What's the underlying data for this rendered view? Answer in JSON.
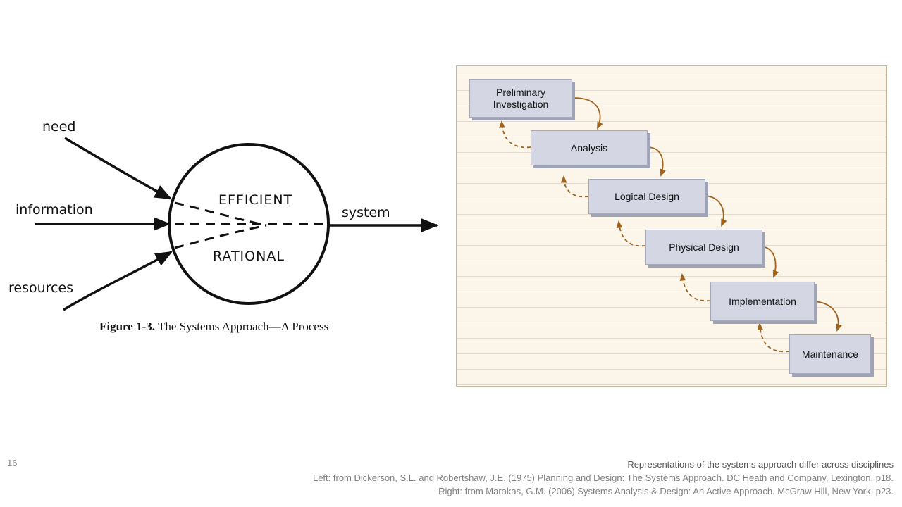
{
  "left_figure": {
    "inputs": [
      "need",
      "information",
      "resources"
    ],
    "output": "system",
    "circle_top": "EFFICIENT",
    "circle_bottom": "RATIONAL",
    "caption_label": "Figure 1-3.",
    "caption_text": "The Systems Approach—A Process"
  },
  "right_figure": {
    "phases": [
      "Preliminary Investigation",
      "Analysis",
      "Logical Design",
      "Physical Design",
      "Implementation",
      "Maintenance"
    ],
    "colors": {
      "box": "#d4d7e3",
      "arrow": "#a0621c",
      "background": "#fbf5ea"
    }
  },
  "footer": {
    "slide_number": "16",
    "title": "Representations of the systems approach differ across disciplines",
    "left_source": "Left: from Dickerson, S.L. and Robertshaw, J.E. (1975) Planning and Design: The Systems Approach.  DC Heath and Company, Lexington, p18.",
    "right_source": "Right: from Marakas, G.M. (2006) Systems Analysis & Design: An Active Approach. McGraw Hill, New York, p23."
  }
}
